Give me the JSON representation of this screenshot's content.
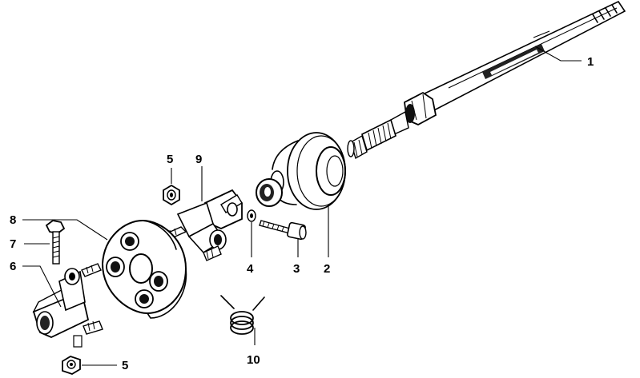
{
  "callouts": [
    {
      "id": "1",
      "text": "1"
    },
    {
      "id": "2",
      "text": "2"
    },
    {
      "id": "3",
      "text": "3"
    },
    {
      "id": "4",
      "text": "4"
    },
    {
      "id": "5-top",
      "text": "5"
    },
    {
      "id": "5-bottom",
      "text": "5"
    },
    {
      "id": "6",
      "text": "6"
    },
    {
      "id": "7",
      "text": "7"
    },
    {
      "id": "8",
      "text": "8"
    },
    {
      "id": "9",
      "text": "9"
    },
    {
      "id": "10",
      "text": "10"
    }
  ]
}
